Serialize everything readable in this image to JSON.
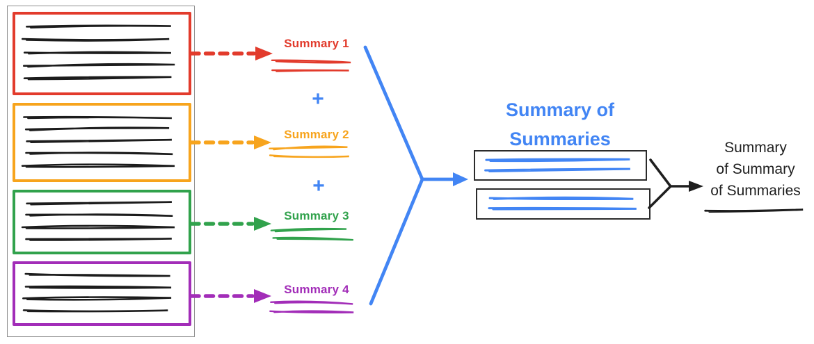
{
  "colors": {
    "red": "#e23b2c",
    "orange": "#f7a41d",
    "green": "#31a24c",
    "purple": "#a22db8",
    "blue": "#4285f4",
    "ink": "#1f1f1f",
    "boxline": "#2b2b2b",
    "frame": "#8d8d8d",
    "doc_ink": "#1c1c1c"
  },
  "source_docs": [
    {
      "name": "document-1",
      "color": "red",
      "text_lines": 5
    },
    {
      "name": "document-2",
      "color": "orange",
      "text_lines": 5
    },
    {
      "name": "document-3",
      "color": "green",
      "text_lines": 4
    },
    {
      "name": "document-4",
      "color": "purple",
      "text_lines": 4
    }
  ],
  "summaries": [
    {
      "label": "Summary 1",
      "color": "red"
    },
    {
      "label": "Summary 2",
      "color": "orange"
    },
    {
      "label": "Summary 3",
      "color": "green"
    },
    {
      "label": "Summary 4",
      "color": "purple"
    }
  ],
  "plus_sign": "+",
  "summary_of_summaries": {
    "title": "Summary of\nSummaries",
    "boxes": 2
  },
  "final_summary": {
    "label": "Summary\nof Summary\nof Summaries"
  },
  "icons": {
    "dashed_arrow": "dashed-arrow-right",
    "merge_arrow_blue": "converging-arrow-right-blue",
    "merge_arrow_black": "converging-arrow-right-black"
  }
}
